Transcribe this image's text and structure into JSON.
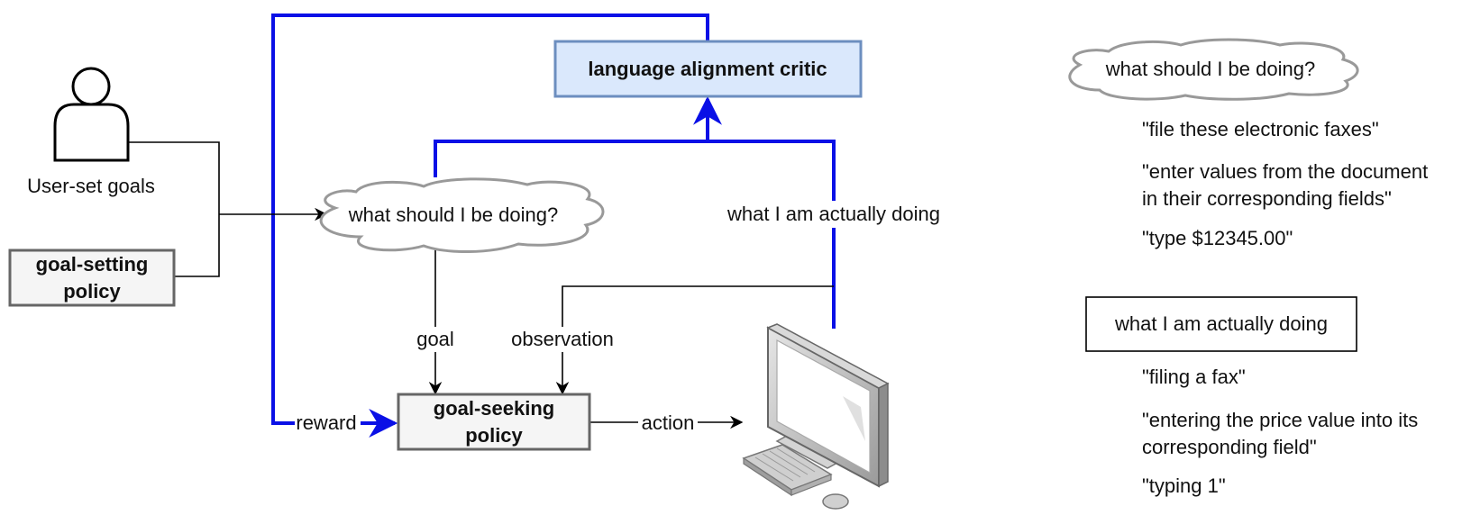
{
  "colors": {
    "blue_line": "#0a10e6",
    "black_line": "#000000",
    "critic_fill": "#dae8fc",
    "critic_stroke": "#6c8ebf",
    "policy_fill": "#f5f5f5",
    "policy_stroke": "#666666",
    "cloud_stroke": "#999999"
  },
  "nodes": {
    "user_label": "User-set goals",
    "goal_setting_policy": [
      "goal-setting",
      "policy"
    ],
    "cloud_label": "what should I be doing?",
    "critic_label": "language alignment critic",
    "actual_label": "what I am actually doing",
    "goal_seeking_policy": [
      "goal-seeking",
      "policy"
    ]
  },
  "edges": {
    "goal": "goal",
    "observation": "observation",
    "reward": "reward",
    "action": "action"
  },
  "icons": {
    "user": "person-icon",
    "computer": "computer-monitor-icon"
  },
  "legend": {
    "should_title": "what should I be doing?",
    "should_examples": [
      [
        "\"file these electronic faxes\""
      ],
      [
        "\"enter values from the document",
        "in their corresponding fields\""
      ],
      [
        "\"type $12345.00\""
      ]
    ],
    "actual_title": "what I am actually doing",
    "actual_examples": [
      [
        "\"filing a fax\""
      ],
      [
        "\"entering the price value into its",
        "corresponding field\""
      ],
      [
        "\"typing 1\""
      ]
    ]
  }
}
